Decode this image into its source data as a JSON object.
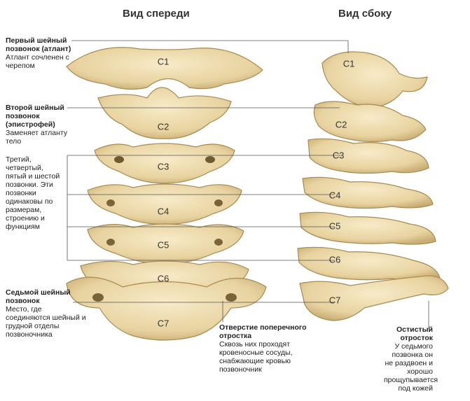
{
  "headings": {
    "front": "Вид спереди",
    "side": "Вид сбоку"
  },
  "vertebra_labels": [
    "C1",
    "C2",
    "C3",
    "C4",
    "C5",
    "C6",
    "C7"
  ],
  "annotations": {
    "atlas": {
      "title": "Первый шейный позвонок (атлант)",
      "text": "Атлант сочленен с черепом"
    },
    "axis": {
      "title": "Второй шейный позвонок (эпистрофей)",
      "text": "Заменяет атланту тело"
    },
    "middle": {
      "text": "Третий, четвертый, пятый и шестой позвонки. Эти позвонки одинаковы по размерам, строению и функциям"
    },
    "seventh": {
      "title": "Седьмой шейный позвонок",
      "text": "Место, где соединяются шейный и грудной отделы позвоночника"
    },
    "foramen": {
      "title": "Отверстие поперечного отростка",
      "text": "Сквозь них проходят кровеносные сосуды, снабжающие кровью позвоночник"
    },
    "spinous": {
      "title": "Остистый отросток",
      "text": "У седьмого позвонка он не раздвоен и хорошо прощупывается под кожей"
    }
  },
  "colors": {
    "bone": "#efdcae",
    "bone_shadow": "#c9ad73",
    "bone_dark": "#8a6f3d",
    "leader": "#555555"
  }
}
